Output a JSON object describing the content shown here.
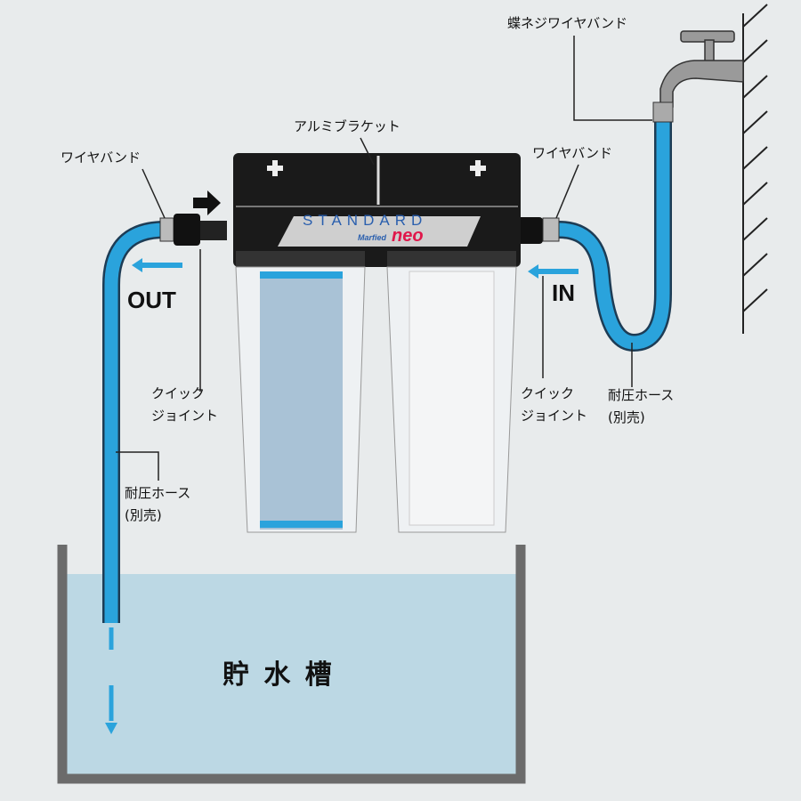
{
  "labels": {
    "butterfly_wire_band": "蝶ネジワイヤバンド",
    "aluminum_bracket": "アルミブラケット",
    "wire_band_left": "ワイヤバンド",
    "wire_band_right": "ワイヤバンド",
    "out": "OUT",
    "in": "IN",
    "quick_joint_left": [
      "クイック",
      "ジョイント"
    ],
    "quick_joint_right": [
      "クイック",
      "ジョイント"
    ],
    "hose_right": [
      "耐圧ホース",
      "(別売)"
    ],
    "hose_left": [
      "耐圧ホース",
      "(別売)"
    ],
    "tank": "貯 水 槽"
  },
  "product": {
    "model": "STANDARD",
    "brand": "Marfied",
    "series": "NEO"
  },
  "colors": {
    "hose": "#2aa3dc",
    "water": "#bcd8e4",
    "tank": "#6b6b6b",
    "bracket": "#1a1a1a",
    "neo": "#e0174a",
    "standard": "#2a5fae"
  }
}
